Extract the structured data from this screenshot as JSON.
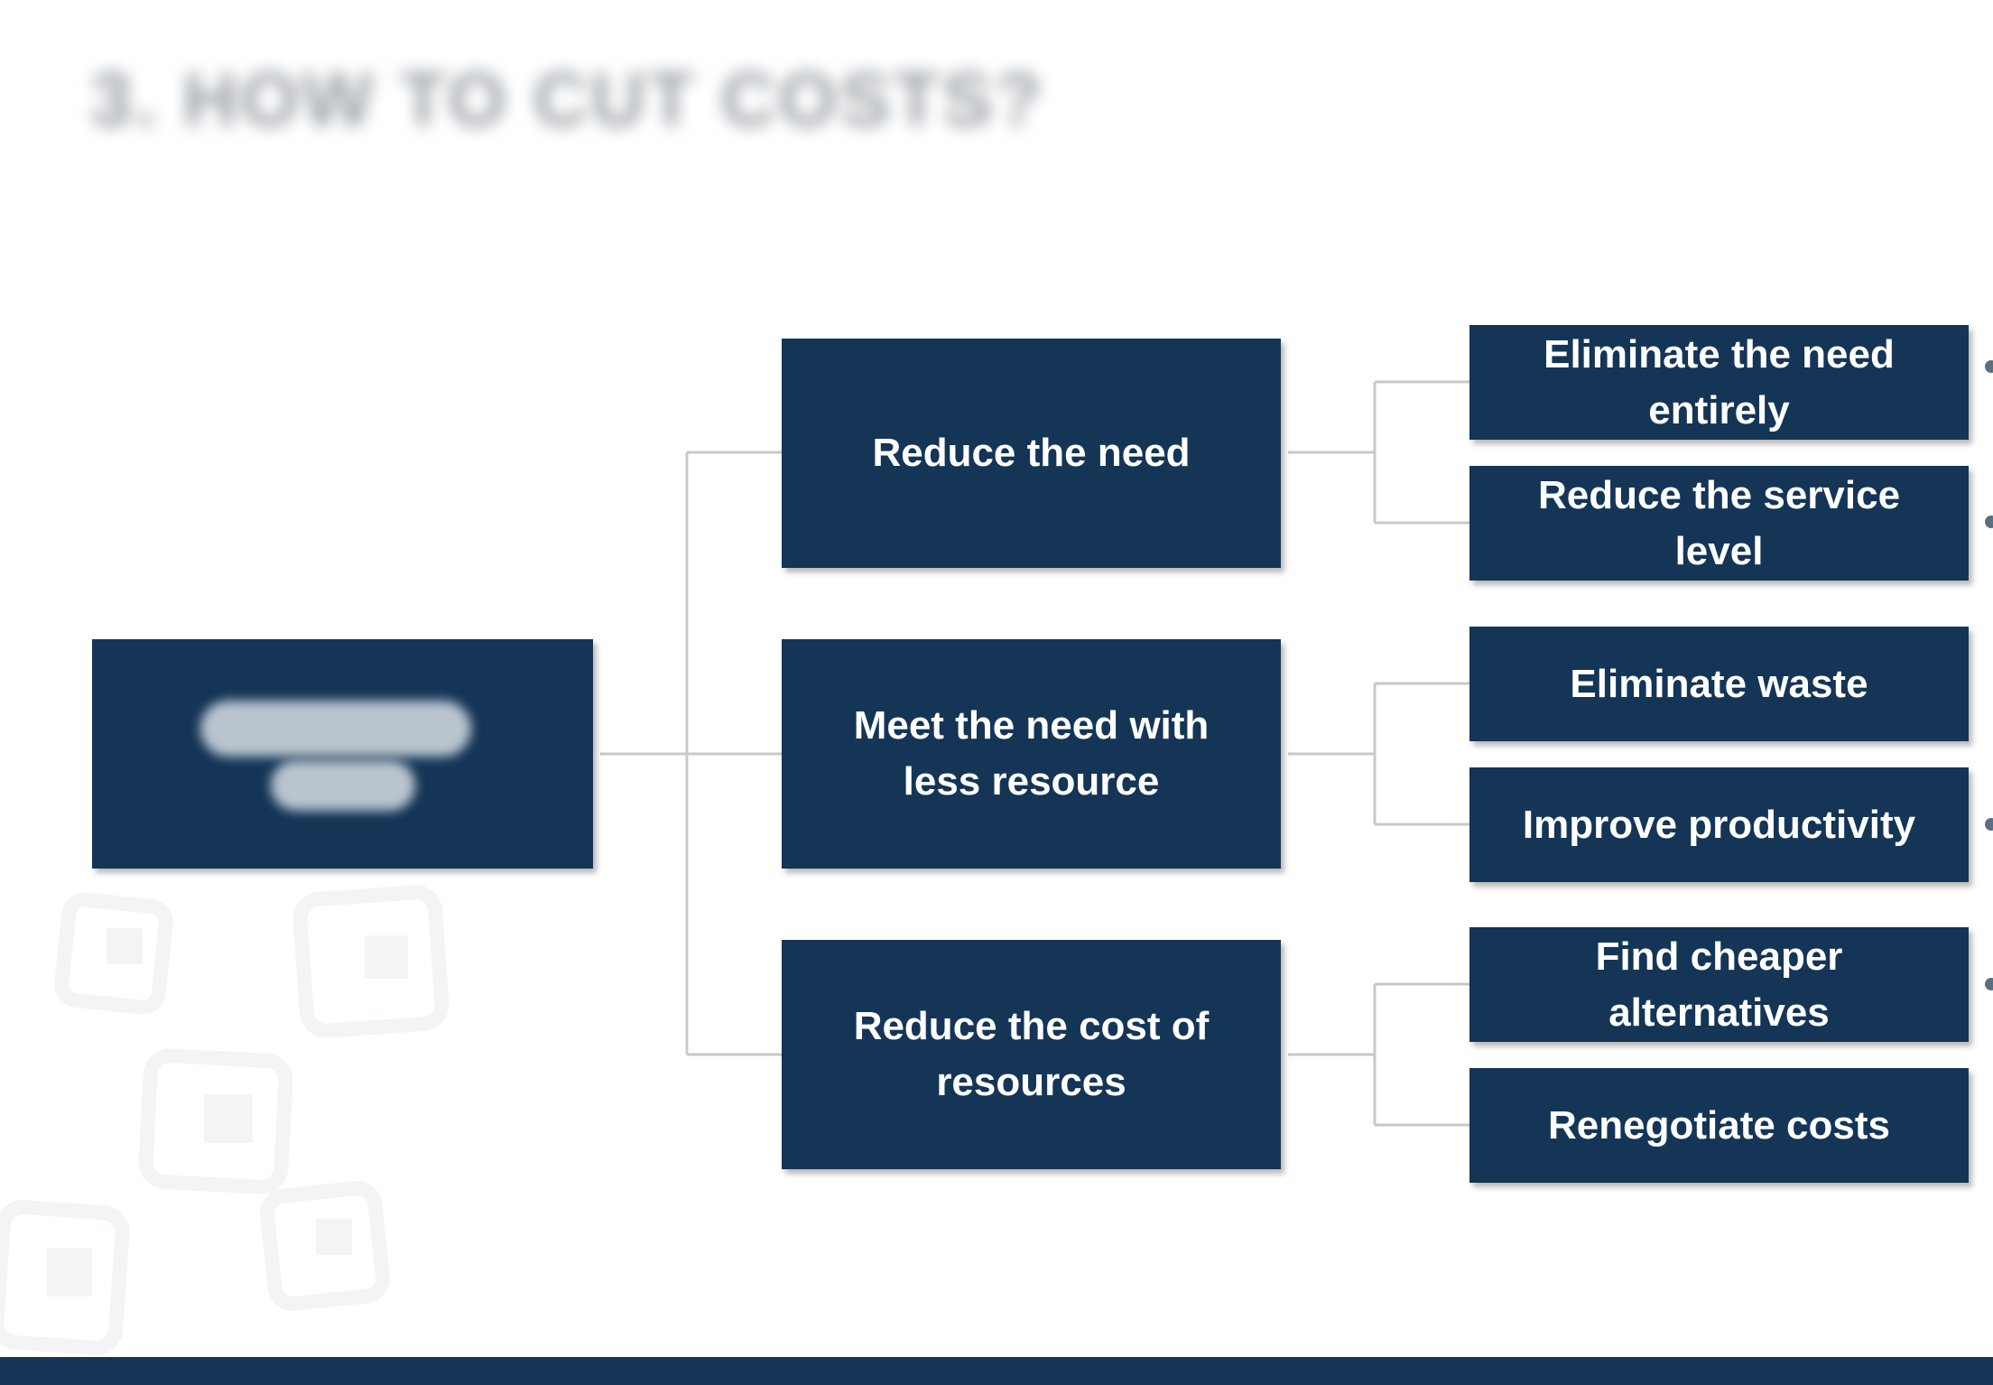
{
  "slide": {
    "title": "3. HOW TO CUT COSTS?"
  },
  "diagram": {
    "root": {
      "label": ""
    },
    "branches": [
      {
        "label": "Reduce the need",
        "children": [
          {
            "label": "Eliminate the need entirely"
          },
          {
            "label": "Reduce the service level"
          }
        ]
      },
      {
        "label": "Meet the need with less resource",
        "children": [
          {
            "label": "Eliminate waste"
          },
          {
            "label": "Improve productivity"
          }
        ]
      },
      {
        "label": "Reduce the cost of resources",
        "children": [
          {
            "label": "Find cheaper alternatives"
          },
          {
            "label": "Renegotiate costs"
          }
        ]
      }
    ]
  },
  "colors": {
    "node_fill": "#143556",
    "node_text": "#ffffff",
    "connector": "#c8c8c8",
    "footer_bar": "#143556"
  }
}
